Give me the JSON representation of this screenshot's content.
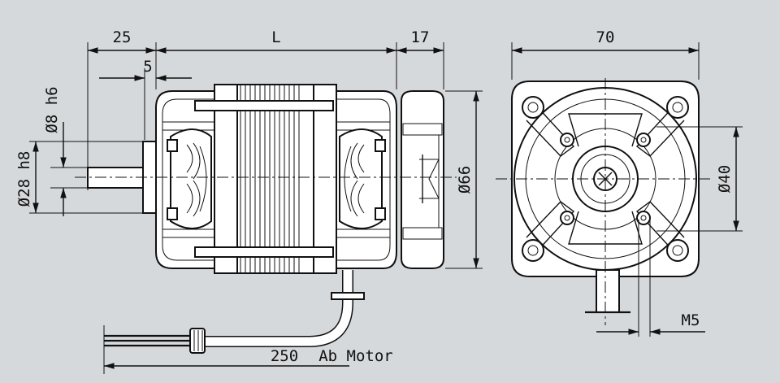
{
  "drawing": {
    "background_color": "#d6d9dc",
    "line_color": "#111111",
    "dimensions": {
      "d25": "25",
      "dL": "L",
      "d17": "17",
      "d5": "5",
      "d70": "70",
      "phi8": "Ø8 h6",
      "phi28": "Ø28 h8",
      "phi66": "Ø66",
      "phi40": "Ø40",
      "m5": "M5",
      "d250": "250",
      "ab_motor": "Ab Motor"
    }
  }
}
